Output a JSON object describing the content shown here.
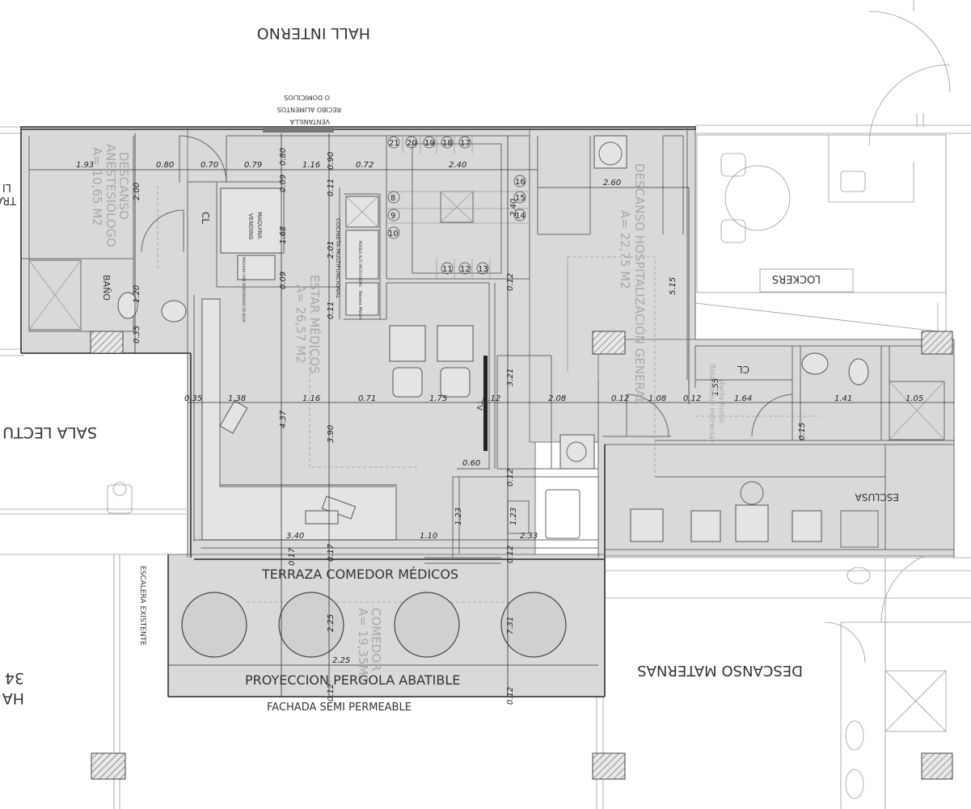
{
  "rooms": {
    "hall_interno": "HALL INTERNO",
    "descanso_anest_1": "DESCANSO",
    "descanso_anest_2": "ANESTESIÓLOGO",
    "descanso_anest_area": "A= 10,65 M2",
    "estar_medicos": "ESTAR MÉDICOS",
    "estar_medicos_area": "A= 26,57 M2",
    "descanso_hosp": "DESCANSO HOSPITALIZACIÓN GENERAL",
    "descanso_hosp_area": "A= 22,75 M2",
    "terraza": "TERRAZA COMEDOR MÉDICOS",
    "comedor": "COMEDOR",
    "comedor_area": "A= 19,35M2",
    "pergola": "PROYECCION PERGOLA ABATIBLE",
    "fachada": "FACHADA SEMI PERMEABLE",
    "descanso_maternas": "DESCANSO MATERNAS",
    "sala_lectura": "SALA LECTU",
    "escalera": "ESCALERA EXISTENTE",
    "esclusa": "ESCLUSA",
    "lockers": "LOCKERS",
    "bano": "BAÑO",
    "cl_1": "CL",
    "cl_2": "CL",
    "tv": "TV",
    "ventanilla_1": "VENTANILLA",
    "ventanilla_2": "RECIBO ALIMENTOS",
    "ventanilla_3": "O DOMICILIOS",
    "cocineta": "COCINETA MULTIFUNCIONAL",
    "maquina_1": "MAQUINA",
    "maquina_2": "VENDING",
    "mueble_alto": "MUEBLE ALTO MICROONDAS",
    "dispensador": "MAQUINA CAFÉ DISPENSADOR DE AGUA",
    "nevera": "Nevera Mesón",
    "ducto_1": "ducto humo",
    "ducto_2": "flotante(luz indirecta)",
    "edge_left_1": "TRA",
    "edge_left_2": "LI",
    "edge_left_3": "HA",
    "edge_left_4": "34"
  },
  "stair_steps": [
    "8",
    "9",
    "10",
    "11",
    "12",
    "13",
    "14",
    "15",
    "16",
    "17",
    "18",
    "19",
    "20",
    "21"
  ],
  "dimensions": [
    "1.93",
    "0.80",
    "0.70",
    "0.79",
    "0.80",
    "1.16",
    "0.90",
    "0.72",
    "2.40",
    "2.60",
    "2.00",
    "0.09",
    "1.68",
    "0.11",
    "2.01",
    "2.40",
    "0.12",
    "1.20",
    "0.09",
    "0.11",
    "0.35",
    "0.12",
    "1.38",
    "1.16",
    "0.71",
    "1.75",
    "0.12",
    "2.08",
    "0.12",
    "1.08",
    "0.12",
    "1.64",
    "1.41",
    "1.05",
    "4.37",
    "3.90",
    "3.21",
    "5.15",
    "0.15",
    "1.55",
    "0.60",
    "0.12",
    "1.23",
    "1.23",
    "3.40",
    "1.10",
    "2.33",
    "0.17",
    "0.17",
    "0.12",
    "2.25",
    "2.25",
    "7.31",
    "0.12",
    "0.12"
  ]
}
